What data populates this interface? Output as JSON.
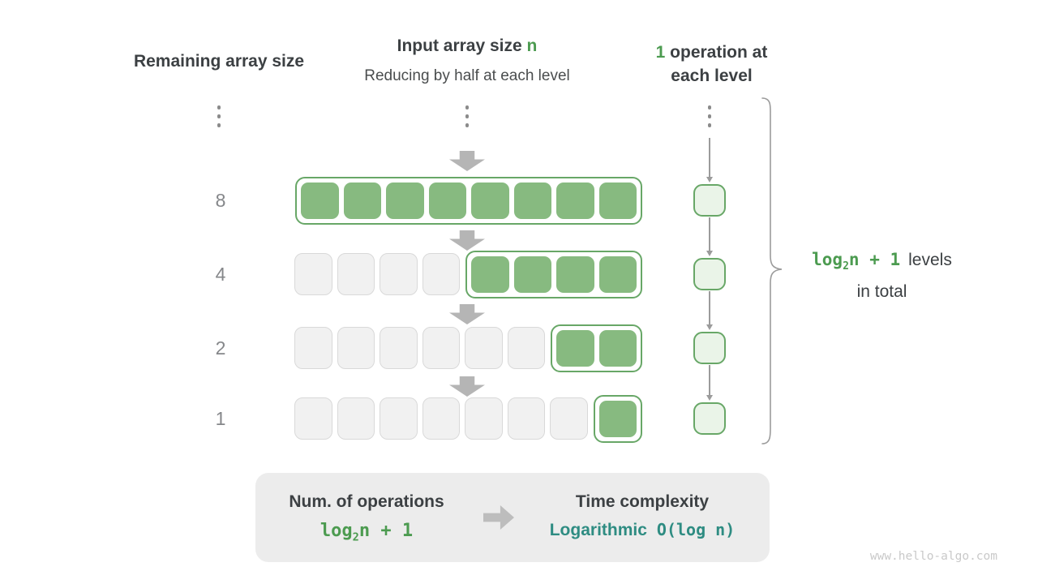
{
  "palette": {
    "green_fill": "#87ba80",
    "green_border": "#68a767",
    "light_green_fill": "#eaf4e8",
    "gray_cell_fill": "#f1f1f1",
    "gray_cell_border": "#d9d9d9",
    "arrow_gray": "#b5b5b5",
    "connector_gray": "#9b9b9b",
    "text_dark": "#3c4043",
    "text_green": "#4c9b50",
    "text_teal": "#2e8c82",
    "summary_bg": "#ececec",
    "watermark_gray": "#c9c9c9"
  },
  "headers": {
    "left": "Remaining array size",
    "center_title_text": "Input array size",
    "center_title_var": "n",
    "center_subtitle": "Reducing by half at each level",
    "right_num": "1",
    "right_line1": "operation at",
    "right_line2": "each level"
  },
  "rows": [
    {
      "label": "8",
      "total": 8,
      "highlighted": 8
    },
    {
      "label": "4",
      "total": 8,
      "highlighted": 4
    },
    {
      "label": "2",
      "total": 8,
      "highlighted": 2
    },
    {
      "label": "1",
      "total": 8,
      "highlighted": 1
    }
  ],
  "formula": {
    "prefix": "log",
    "sub": "2",
    "suffix": "n + 1"
  },
  "brace_label": {
    "levels_word": "levels",
    "line2": "in total"
  },
  "summary_box": {
    "left_title": "Num. of operations",
    "right_title": "Time complexity",
    "right_value_name": "Logarithmic",
    "right_value_big_o": "O(log n)"
  },
  "watermark": "www.hello-algo.com"
}
